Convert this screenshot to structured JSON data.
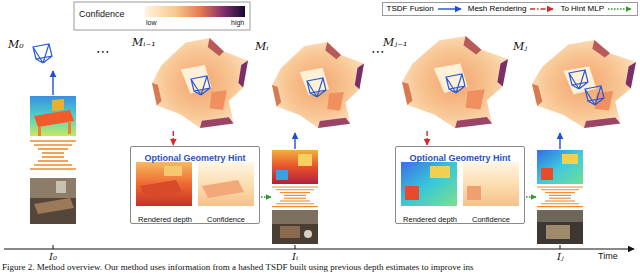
{
  "diagram": {
    "caption": "Figure 2. Method overview. Our method uses information from a hashed TSDF built using previous depth estimates to improve ins",
    "nodes": [
      {
        "text": [
          "M₀"
        ]
      },
      {
        "text": [
          "Mᵢ₋₁"
        ]
      },
      {
        "text": [
          "Mᵢ"
        ]
      },
      {
        "text": [
          "Mⱼ₋₁"
        ]
      },
      {
        "text": [
          "Mⱼ"
        ]
      },
      {
        "text": [
          "Optional Geometry Hint"
        ]
      },
      {
        "text": [
          "Rendered depth"
        ],
        "in": 5
      },
      {
        "text": [
          "Confidence"
        ],
        "in": 5
      },
      {
        "text": [
          "Optional Geometry Hint"
        ]
      },
      {
        "text": [
          "Rendered depth"
        ],
        "in": 8
      },
      {
        "text": [
          "Confidence"
        ],
        "in": 8
      }
    ],
    "edges": [
      {
        "from": 1,
        "to": 5,
        "arrow": "to"
      },
      {
        "from": 3,
        "to": 8,
        "arrow": "to"
      }
    ],
    "labels": [
      "Confidence",
      "low",
      "high",
      "⋯",
      "⋯",
      "I₀",
      "Iᵢ",
      "Iⱼ",
      "Time"
    ],
    "legend": [
      {
        "text": "TSDF Fusion"
      },
      {
        "text": "Mesh Rendering"
      },
      {
        "text": "To Hint MLP"
      }
    ]
  }
}
